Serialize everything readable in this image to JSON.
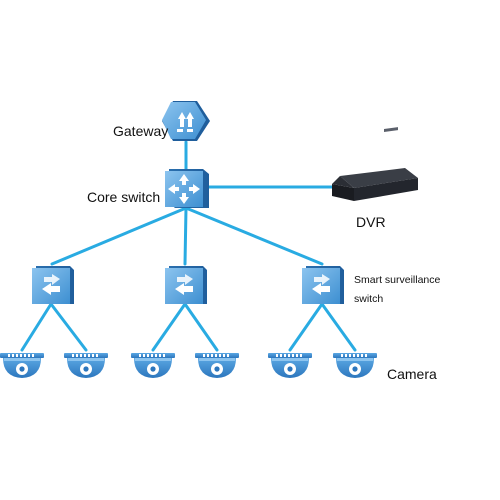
{
  "diagram": {
    "colors": {
      "link": "#29abe2",
      "device_blue": "#3d8fd1",
      "device_dark": "#1f5e9c",
      "dvr_body": "#20232a"
    },
    "nodes": {
      "gateway": {
        "label": "Gateway",
        "icon": "gateway-icon"
      },
      "core_switch": {
        "label": "Core switch",
        "icon": "core-switch-icon"
      },
      "dvr": {
        "label": "DVR",
        "icon": "dvr-icon"
      },
      "smart_switch": {
        "label_line1": "Smart surveillance",
        "label_line2": "switch",
        "icon": "smart-switch-icon",
        "count": 3
      },
      "cameras": {
        "label": "Camera",
        "icon": "dome-camera-icon",
        "count": 6
      }
    }
  }
}
